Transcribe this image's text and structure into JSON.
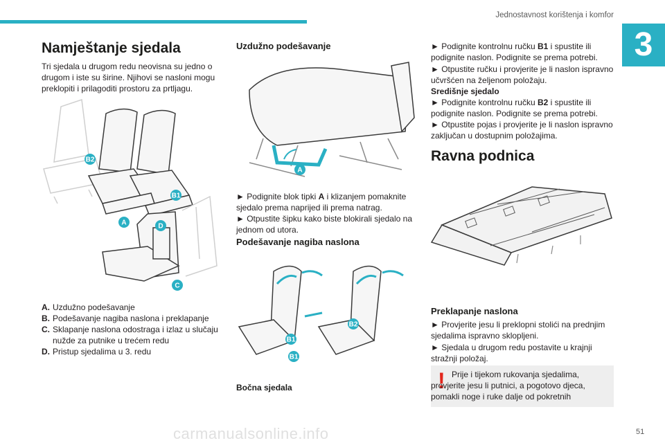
{
  "header": {
    "running_title": "Jednostavnost korištenja i komfor",
    "chapter_number": "3",
    "page_number": "51"
  },
  "watermark": "carmanualsonline.info",
  "col1": {
    "title": "Namještanje sjedala",
    "intro": "Tri sjedala u drugom redu neovisna su jedno o drugom i iste su širine. Njihovi se nasloni mogu preklopiti i prilagoditi prostoru za prtljagu.",
    "fig_labels": [
      "B2",
      "B1",
      "A",
      "D",
      "C"
    ],
    "legend": [
      {
        "key": "A.",
        "text": "Uzdužno podešavanje"
      },
      {
        "key": "B.",
        "text": "Podešavanje nagiba naslona i preklapanje"
      },
      {
        "key": "C.",
        "text": "Sklapanje naslona odostraga i izlaz u slučaju nužde za putnike u trećem redu"
      },
      {
        "key": "D.",
        "text": "Pristup sjedalima u 3. redu"
      }
    ]
  },
  "col2": {
    "h_longitudinal": "Uzdužno podešavanje",
    "fig1_label": "A",
    "long_p1_a": "► Podignite blok tipki ",
    "long_p1_b": "A",
    "long_p1_c": " i klizanjem pomaknite sjedalo prema naprijed ili prema natrag.",
    "long_p2": "► Otpustite šipku kako biste blokirali sjedalo na jednom od utora.",
    "h_tilt": "Podešavanje nagiba naslona",
    "fig2_labels": [
      "B2",
      "B1",
      "B1"
    ],
    "h_side": "Bočna sjedala"
  },
  "col3": {
    "p1_a": "► Podignite kontrolnu ručku ",
    "p1_b": "B1",
    "p1_c": " i spustite ili podignite naslon. Podignite se prema potrebi.",
    "p2": "► Otpustite ručku i provjerite je li naslon ispravno učvršćen na željenom položaju.",
    "h_center": "Središnje sjedalo",
    "p3_a": "► Podignite kontrolnu ručku ",
    "p3_b": "B2",
    "p3_c": " i spustite ili podignite naslon. Podignite se prema potrebi.",
    "p4": "► Otpustite pojas i provjerite je li naslon ispravno zaključan u dostupnim položajima.",
    "title_flat": "Ravna podnica",
    "h_fold": "Preklapanje naslona",
    "p5": "► Provjerite jesu li preklopni stolići na prednjim sjedalima ispravno sklopljeni.",
    "p6": "► Sjedala u drugom redu postavite u krajnji stražnji položaj.",
    "warning": "Prije i tijekom rukovanja sjedalima, provjerite jesu li putnici, a pogotovo djeca, pomakli noge i ruke dalje od pokretnih"
  },
  "colors": {
    "accent": "#2ab0c4",
    "warning": "#e2261c"
  }
}
